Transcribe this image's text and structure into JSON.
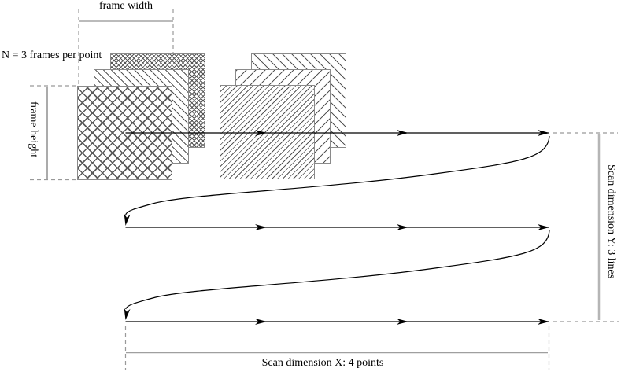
{
  "labels": {
    "frame_width": "frame width",
    "frames_per_point": "N = 3 frames per point",
    "frame_height": "frame height",
    "scan_y": "Scan dimension Y: 3 lines",
    "scan_x": "Scan dimension X: 4 points"
  },
  "scan": {
    "dimension_x_points": 4,
    "dimension_y_lines": 3,
    "frames_per_point": 3,
    "scan_line_y": [
      169,
      289,
      409
    ],
    "scan_point_x": [
      159.5,
      338,
      518,
      698
    ]
  },
  "frame_stacks": [
    {
      "name": "point-1-frame-stack",
      "frames": [
        {
          "depth": "back",
          "pattern": "dense-crosshatch"
        },
        {
          "depth": "middle",
          "pattern": "diagonal-backslash"
        },
        {
          "depth": "front",
          "pattern": "diamond-lattice"
        }
      ]
    },
    {
      "name": "point-2-frame-stack",
      "frames": [
        {
          "depth": "back",
          "pattern": "diagonal-backslash"
        },
        {
          "depth": "middle",
          "pattern": "diagonal-slash"
        },
        {
          "depth": "front",
          "pattern": "fine-diagonal-slash"
        }
      ]
    }
  ],
  "colors": {
    "scan_line": "#000000",
    "dashed_guide": "#999999",
    "bracket": "#aaaaaa",
    "hatch": "#555555",
    "frame_border": "#8a8a8a",
    "background": "#ffffff"
  }
}
